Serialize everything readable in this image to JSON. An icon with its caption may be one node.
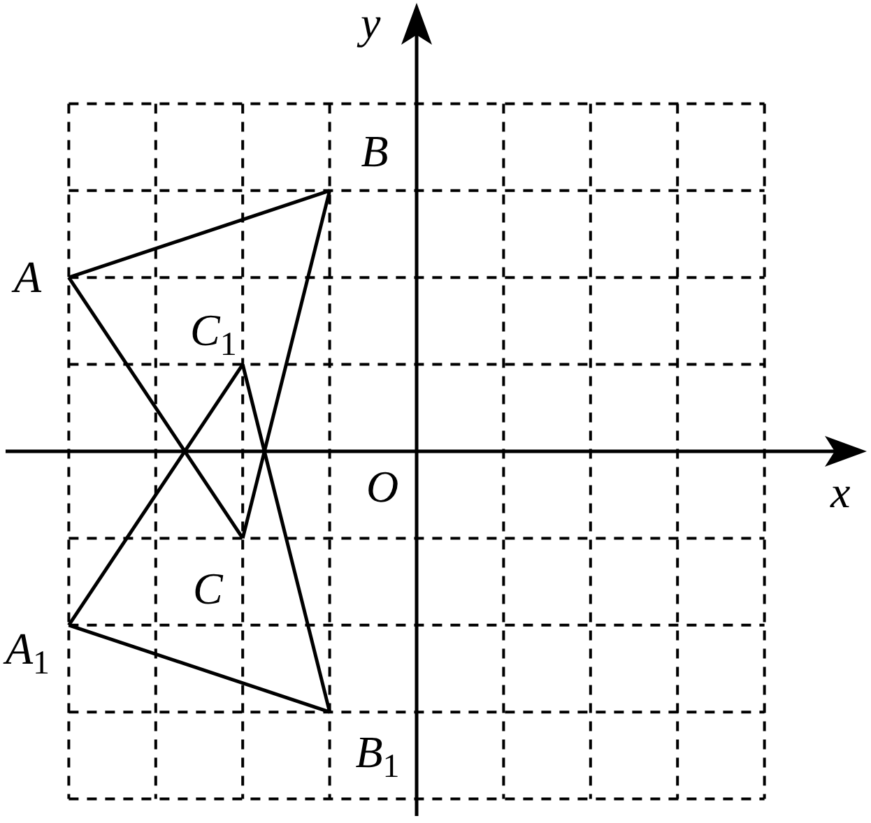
{
  "diagram": {
    "nodes": [
      {
        "text": [
          "A"
        ]
      },
      {
        "text": [
          "B"
        ]
      },
      {
        "text": [
          "C"
        ]
      },
      {
        "text": [
          "A$_{1}$"
        ]
      },
      {
        "text": [
          "B$_{1}$"
        ]
      },
      {
        "text": [
          "C$_{1}$"
        ]
      }
    ],
    "edges": [
      {
        "from": 0,
        "to": 1,
        "arrow": "none"
      },
      {
        "from": 1,
        "to": 2,
        "arrow": "none"
      },
      {
        "from": 2,
        "to": 0,
        "arrow": "none"
      },
      {
        "from": 3,
        "to": 4,
        "arrow": "none"
      },
      {
        "from": 4,
        "to": 5,
        "arrow": "none"
      },
      {
        "from": 5,
        "to": 3,
        "arrow": "none"
      }
    ],
    "labels": [
      "y",
      "x",
      "O"
    ]
  }
}
